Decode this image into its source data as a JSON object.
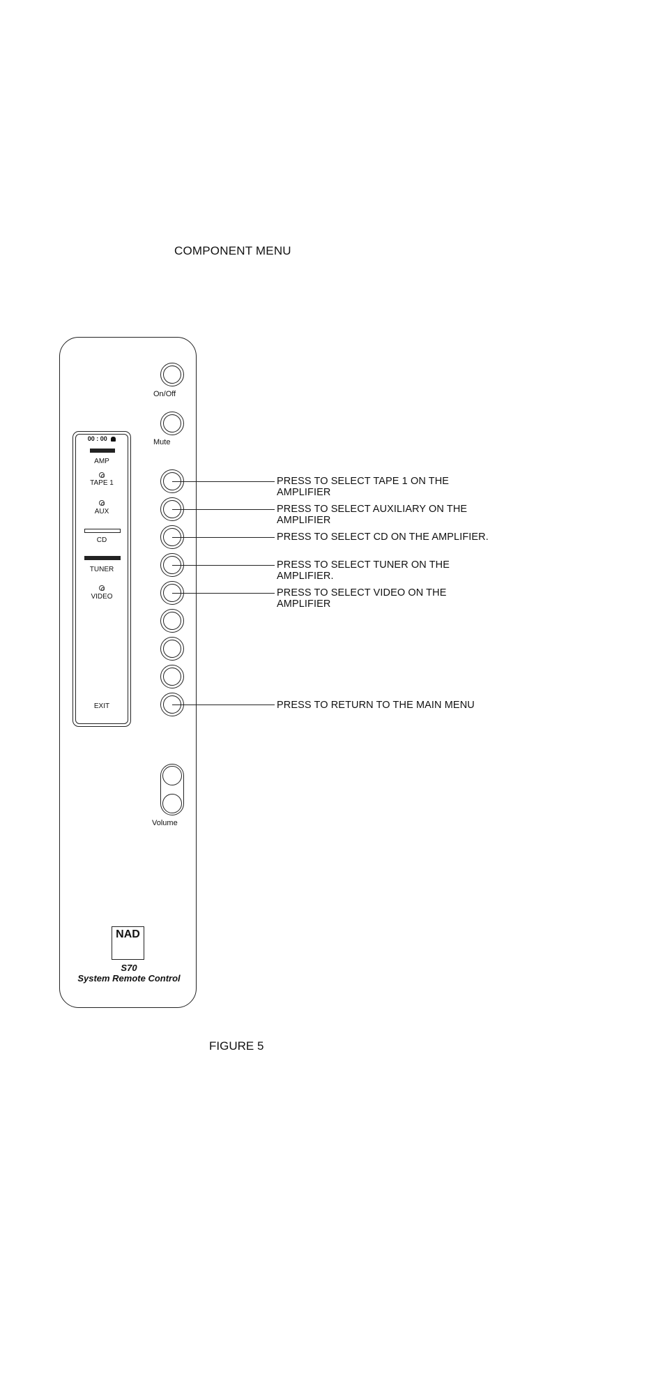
{
  "title": "COMPONENT MENU",
  "figure_caption": "FIGURE 5",
  "remote": {
    "top_buttons": [
      {
        "label": "On/Off"
      },
      {
        "label": "Mute"
      }
    ],
    "display": {
      "clock": "00 : 00",
      "items": [
        "AMP",
        "TAPE 1",
        "AUX",
        "CD",
        "TUNER",
        "VIDEO"
      ],
      "exit": "EXIT"
    },
    "volume_label": "Volume",
    "brand": "NAD",
    "model": "S70",
    "model_desc": "System Remote Control"
  },
  "callouts": [
    "PRESS TO SELECT TAPE 1 ON THE AMPLIFIER",
    "PRESS TO SELECT AUXILIARY ON THE AMPLIFIER",
    "PRESS TO SELECT CD ON THE AMPLIFIER.",
    "PRESS TO SELECT TUNER ON THE AMPLIFIER.",
    "PRESS TO SELECT VIDEO ON THE AMPLIFIER",
    "PRESS TO RETURN TO THE MAIN MENU"
  ]
}
